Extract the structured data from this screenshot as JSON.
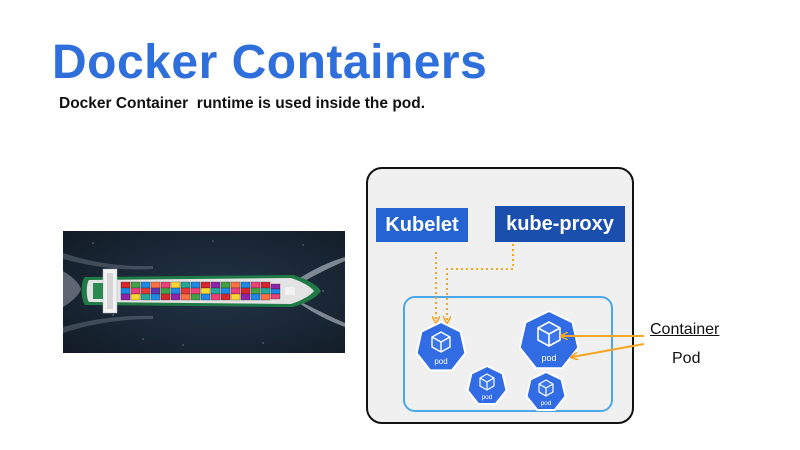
{
  "header": {
    "title": "Docker Containers",
    "subtitle": "Docker Container  runtime is used inside the pod."
  },
  "diagram": {
    "kubelet_label": "Kubelet",
    "kube_proxy_label": "kube-proxy",
    "pod_text": "pod",
    "container_label": "Container",
    "pod_label": "Pod"
  },
  "colors": {
    "title": "#2f6fdb",
    "kubelet_bg": "#2563d3",
    "kube_proxy_bg": "#1a4fae",
    "pod_fill": "#326ce5",
    "pod_box_border": "#4aa8ea",
    "arrow": "#f5a623"
  }
}
